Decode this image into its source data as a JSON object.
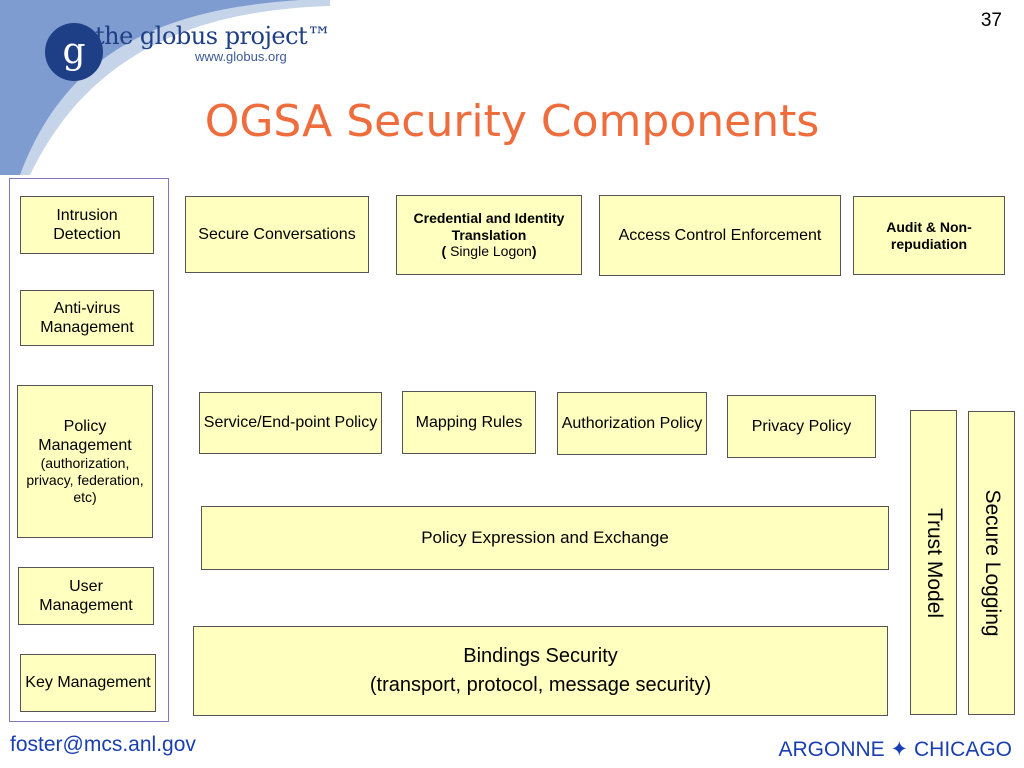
{
  "slide_number": "37",
  "logo": {
    "name": "the globus project™",
    "url": "www.globus.org",
    "letter": "g"
  },
  "title": "OGSA Security Components",
  "left_column": {
    "intrusion_detection": "Intrusion Detection",
    "antivirus_management": "Anti-virus Management",
    "policy_management": "Policy Management",
    "policy_management_detail": "(authorization, privacy, federation, etc)",
    "user_management": "User Management",
    "key_management": "Key Management"
  },
  "top_row": {
    "secure_conversations": "Secure Conversations",
    "credential_translation": "Credential and Identity Translation",
    "credential_translation_note": "Single Logon",
    "access_control": "Access Control Enforcement",
    "audit": "Audit & Non-repudiation"
  },
  "middle_row": {
    "service_policy": "Service/End-point Policy",
    "mapping_rules": "Mapping Rules",
    "authorization_policy": "Authorization Policy",
    "privacy_policy": "Privacy Policy"
  },
  "policy_exchange": "Policy Expression and Exchange",
  "bindings": {
    "title": "Bindings Security",
    "detail": "(transport, protocol, message security)"
  },
  "vertical": {
    "trust_model": "Trust Model",
    "secure_logging": "Secure Logging"
  },
  "footer": {
    "email": "foster@mcs.anl.gov",
    "org_left": "ARGONNE",
    "separator": "✦",
    "org_right": "CHICAGO"
  },
  "colors": {
    "box_fill": "#ffffc0",
    "title": "#ef6c3c",
    "footer": "#1a3fb0",
    "logo": "#1e3f86"
  }
}
